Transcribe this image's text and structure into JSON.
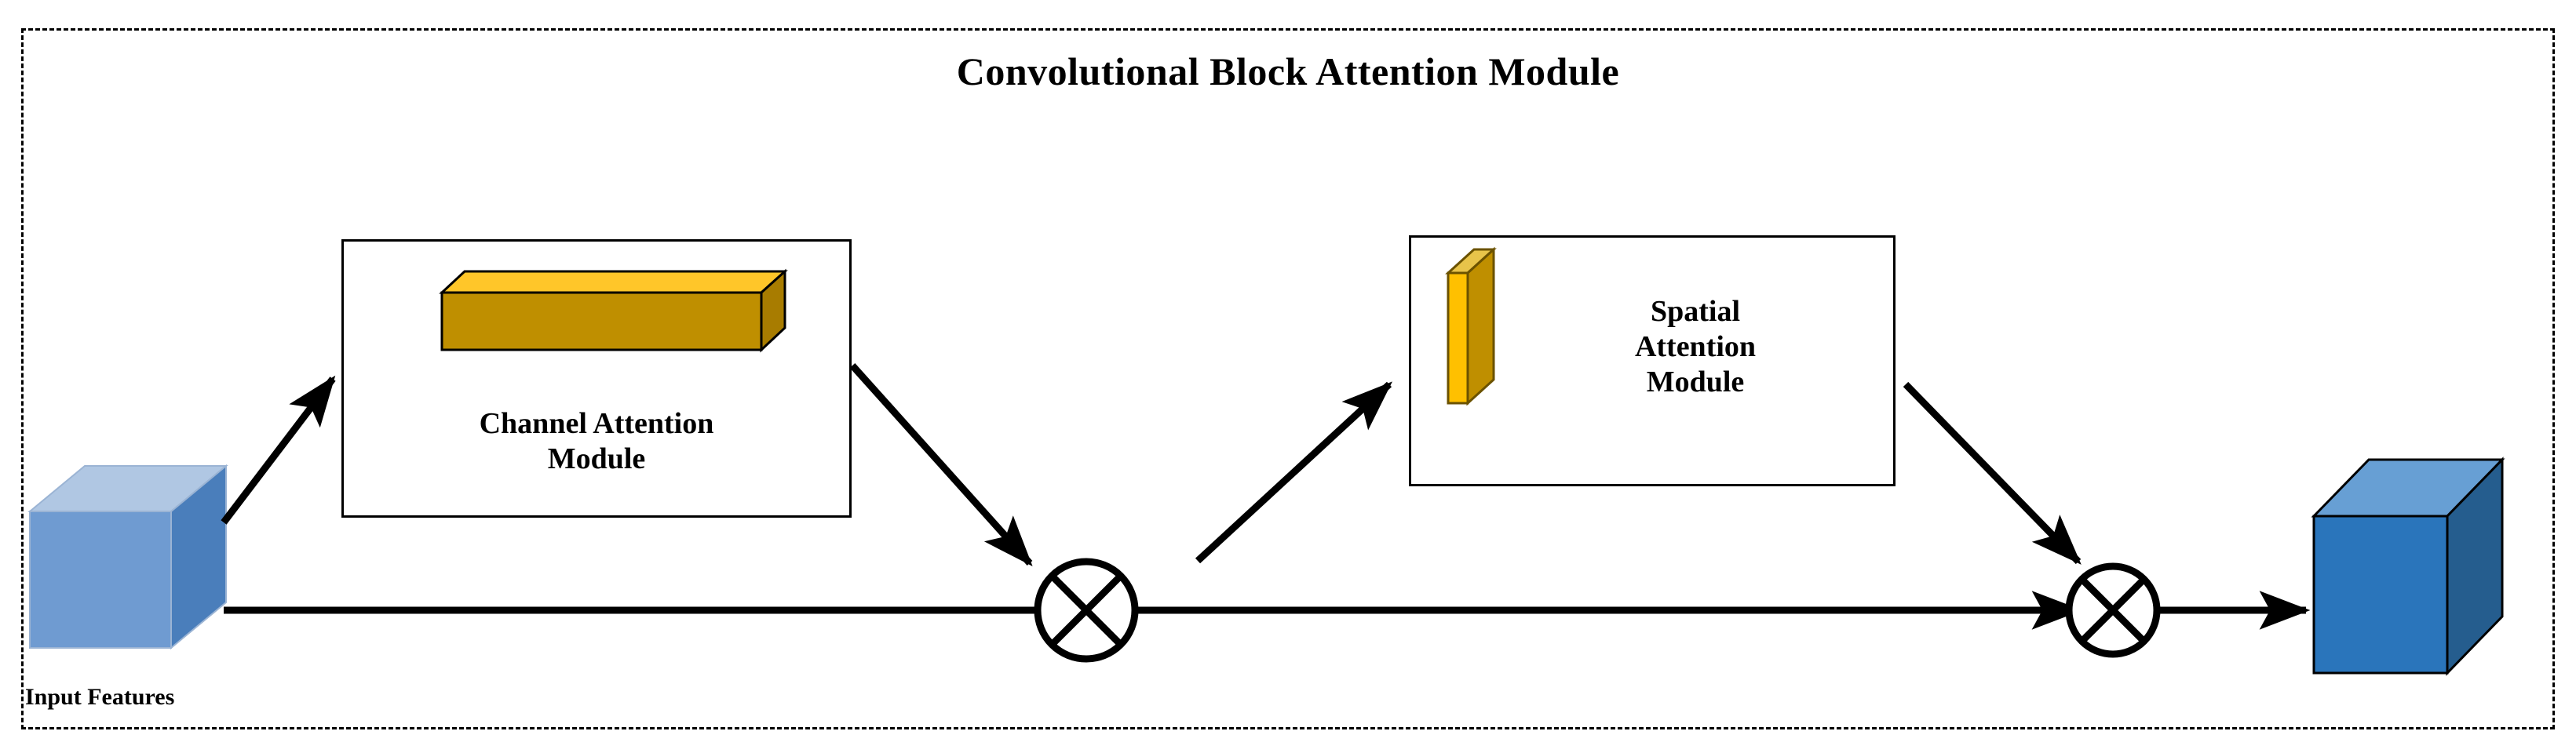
{
  "diagram": {
    "title": "Convolutional Block Attention Module",
    "frame": {
      "style": "dashed",
      "color": "#000000"
    },
    "background": "#ffffff"
  },
  "nodes": {
    "input_features": {
      "label": "Input Features",
      "shape": "cube-3d",
      "colors": {
        "front": "#6f9bd1",
        "top": "#b0c7e3",
        "side": "#4a7ebb",
        "stroke": "#9bb4d4"
      }
    },
    "channel_module": {
      "label": "Channel Attention\nModule",
      "icon": "horizontal-bar-3d",
      "colors": {
        "top": "#ffc629",
        "front": "#bf8f00",
        "side": "#a87c00",
        "stroke": "#000000"
      }
    },
    "spatial_module": {
      "label": "Spatial\nAttention\nModule",
      "icon": "vertical-slab-3d",
      "colors": {
        "edge": "#ffc000",
        "face": "#bf8f00",
        "bevel": "#e8c44a",
        "stroke": "#6b5200"
      }
    },
    "multiply_1": {
      "symbol": "circle-times",
      "glyph": "⊗"
    },
    "multiply_2": {
      "symbol": "circle-times",
      "glyph": "⊗"
    },
    "output_features": {
      "label": "",
      "shape": "cube-3d",
      "colors": {
        "front": "#2a75bb",
        "top": "#679fd4",
        "side": "#255d8e",
        "stroke": "#000000"
      }
    }
  },
  "edges": [
    {
      "name": "input-to-channel",
      "from": "input_features",
      "to": "channel_module",
      "kind": "arrow-diagonal-up"
    },
    {
      "name": "input-to-multiply1",
      "from": "input_features",
      "to": "multiply_1",
      "kind": "line-horizontal"
    },
    {
      "name": "channel-to-multiply1",
      "from": "channel_module",
      "to": "multiply_1",
      "kind": "arrow-diagonal-down"
    },
    {
      "name": "multiply1-to-spatial",
      "from": "multiply_1",
      "to": "spatial_module",
      "kind": "arrow-diagonal-up"
    },
    {
      "name": "multiply1-to-multiply2",
      "from": "multiply_1",
      "to": "multiply_2",
      "kind": "arrow-horizontal"
    },
    {
      "name": "spatial-to-multiply2",
      "from": "spatial_module",
      "to": "multiply_2",
      "kind": "arrow-diagonal-down"
    },
    {
      "name": "multiply2-to-output",
      "from": "multiply_2",
      "to": "output_features",
      "kind": "arrow-horizontal"
    }
  ],
  "colors": {
    "stroke": "#000000",
    "accent_gold": "#bf8f00",
    "accent_gold_light": "#ffc629",
    "accent_blue_light": "#6f9bd1",
    "accent_blue_dark": "#2a75bb"
  }
}
